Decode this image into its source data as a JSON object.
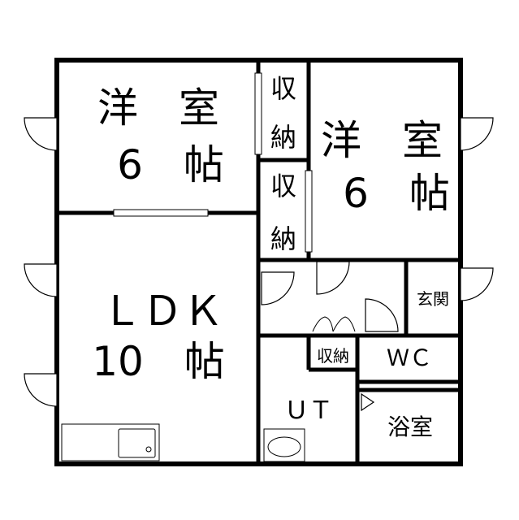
{
  "rooms": {
    "western_room_1": {
      "name": "洋　室",
      "size": "6　帖"
    },
    "western_room_2": {
      "name": "洋　室",
      "size": "6　帖"
    },
    "ldk": {
      "name": "ＬＤＫ",
      "size": "10　帖"
    },
    "closet_top_1": "収",
    "closet_top_2": "納",
    "closet_mid_1": "収",
    "closet_mid_2": "納",
    "entrance": "玄関",
    "storage": "収納",
    "wc": "ＷＣ",
    "utility": "ＵＴ",
    "bathroom": "浴室"
  }
}
